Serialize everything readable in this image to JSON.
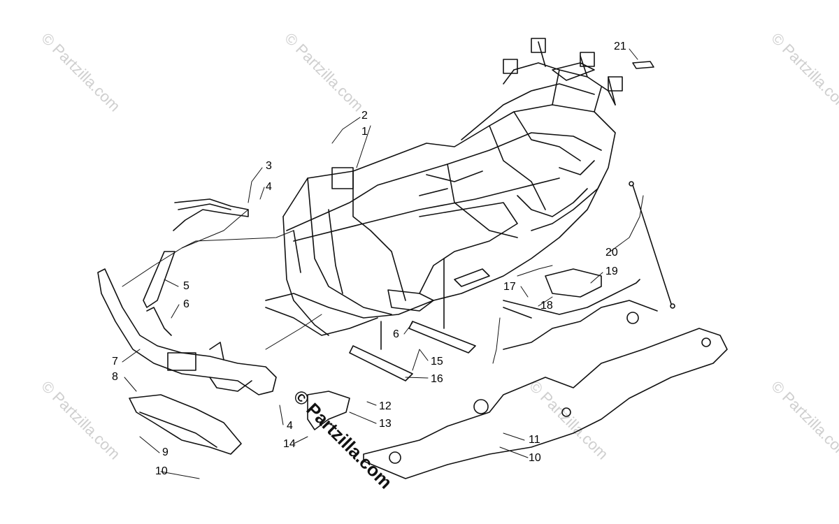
{
  "watermark": "© Partzilla.com",
  "callouts": [
    {
      "id": "c1",
      "text": "1"
    },
    {
      "id": "c2",
      "text": "2"
    },
    {
      "id": "c3",
      "text": "3"
    },
    {
      "id": "c4a",
      "text": "4"
    },
    {
      "id": "c4b",
      "text": "4"
    },
    {
      "id": "c5",
      "text": "5"
    },
    {
      "id": "c6a",
      "text": "6"
    },
    {
      "id": "c6b",
      "text": "6"
    },
    {
      "id": "c7",
      "text": "7"
    },
    {
      "id": "c8",
      "text": "8"
    },
    {
      "id": "c9",
      "text": "9"
    },
    {
      "id": "c10a",
      "text": "10"
    },
    {
      "id": "c10b",
      "text": "10"
    },
    {
      "id": "c11",
      "text": "11"
    },
    {
      "id": "c12",
      "text": "12"
    },
    {
      "id": "c13",
      "text": "13"
    },
    {
      "id": "c14",
      "text": "14"
    },
    {
      "id": "c15",
      "text": "15"
    },
    {
      "id": "c16",
      "text": "16"
    },
    {
      "id": "c17",
      "text": "17"
    },
    {
      "id": "c18",
      "text": "18"
    },
    {
      "id": "c19",
      "text": "19"
    },
    {
      "id": "c20",
      "text": "20"
    },
    {
      "id": "c21",
      "text": "21"
    }
  ]
}
